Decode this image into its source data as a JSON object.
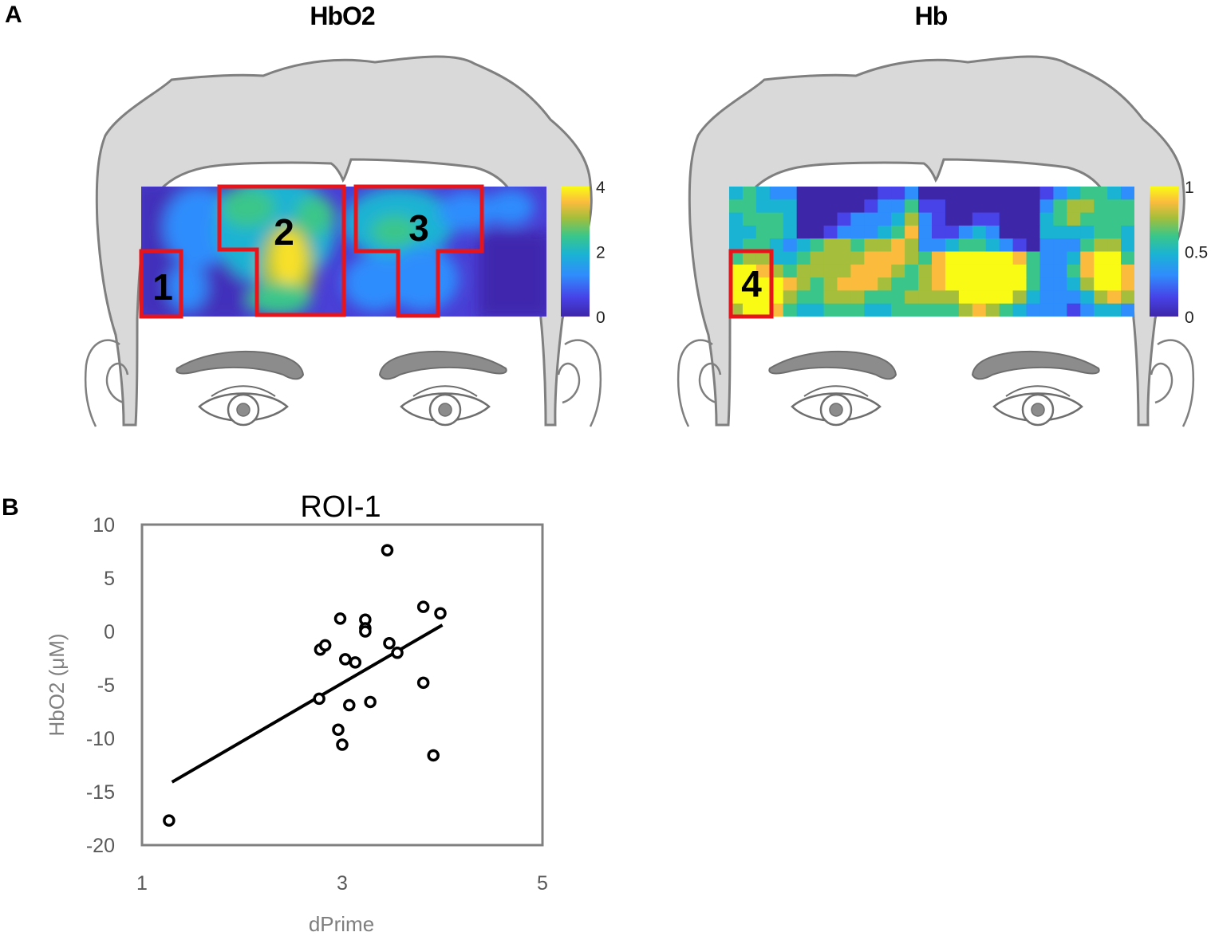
{
  "panels": {
    "a": {
      "letter": "A"
    },
    "b": {
      "letter": "B"
    }
  },
  "maps": [
    {
      "title": "HbO2",
      "colorbar_ticks": [
        "4",
        "2",
        "0"
      ],
      "colorbar_values": [
        4,
        2,
        0
      ],
      "rois": [
        {
          "label": "1"
        },
        {
          "label": "2"
        },
        {
          "label": "3"
        }
      ]
    },
    {
      "title": "Hb",
      "colorbar_ticks": [
        "1",
        "0.5",
        "0"
      ],
      "colorbar_values": [
        1,
        0.5,
        0
      ],
      "rois": [
        {
          "label": "4"
        }
      ]
    }
  ],
  "colors": {
    "roi_outline": "#e8141b",
    "hair": "#d9d9d9",
    "outline": "#7f7f7f",
    "brow": "#8c8c8c",
    "colormap": [
      "#3e26a8",
      "#4743e8",
      "#2f8dfc",
      "#1ab3d3",
      "#3ac68a",
      "#a5be3b",
      "#fbbc3d",
      "#f9fb15"
    ]
  },
  "chart_data": {
    "type": "scatter",
    "title": "ROI-1",
    "xlabel": "dPrime",
    "ylabel": "HbO2 (μM)",
    "xlim": [
      1,
      5
    ],
    "ylim": [
      -20,
      10
    ],
    "x_ticks": [
      "1",
      "3",
      "5"
    ],
    "y_ticks": [
      "10",
      "5",
      "0",
      "-5",
      "-10",
      "-15",
      "-20"
    ],
    "grid": false,
    "legend": "none",
    "points": [
      {
        "x": 1.27,
        "y": -17.7
      },
      {
        "x": 2.78,
        "y": -1.7
      },
      {
        "x": 2.83,
        "y": -1.3
      },
      {
        "x": 2.98,
        "y": 1.2
      },
      {
        "x": 3.03,
        "y": -2.6
      },
      {
        "x": 3.13,
        "y": -2.9
      },
      {
        "x": 3.23,
        "y": 1.1
      },
      {
        "x": 3.23,
        "y": 0.3
      },
      {
        "x": 3.23,
        "y": 0.0
      },
      {
        "x": 3.45,
        "y": 7.6
      },
      {
        "x": 3.47,
        "y": -1.1
      },
      {
        "x": 3.55,
        "y": -2.0
      },
      {
        "x": 3.81,
        "y": 2.3
      },
      {
        "x": 3.98,
        "y": 1.7
      },
      {
        "x": 2.77,
        "y": -6.3
      },
      {
        "x": 3.07,
        "y": -6.9
      },
      {
        "x": 3.28,
        "y": -6.6
      },
      {
        "x": 2.96,
        "y": -9.2
      },
      {
        "x": 3.0,
        "y": -10.6
      },
      {
        "x": 3.81,
        "y": -4.8
      },
      {
        "x": 3.91,
        "y": -11.6
      }
    ],
    "trendline": {
      "x": [
        1.3,
        4.0
      ],
      "y": [
        -14.1,
        0.6
      ]
    }
  }
}
